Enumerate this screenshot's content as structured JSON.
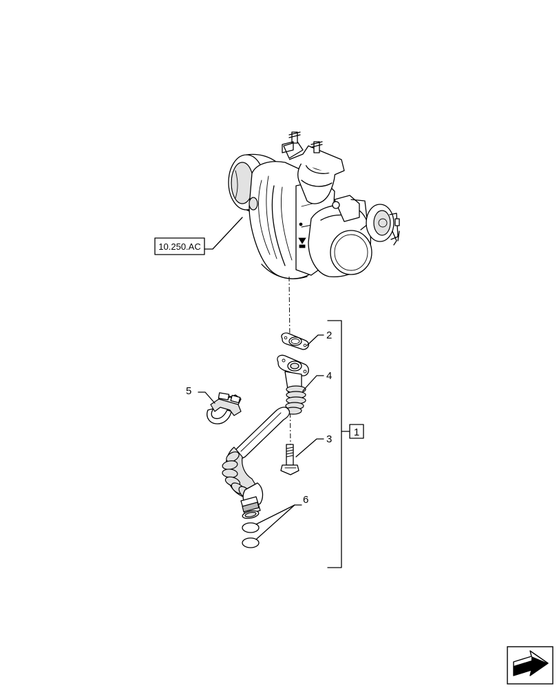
{
  "callouts": {
    "ref_assembly": "10.250.AC",
    "item_1": "1",
    "item_2": "2",
    "item_3": "3",
    "item_4": "4",
    "item_5": "5",
    "item_6": "6"
  },
  "icons": {
    "nav_arrow": "next-page-arrow-icon"
  }
}
